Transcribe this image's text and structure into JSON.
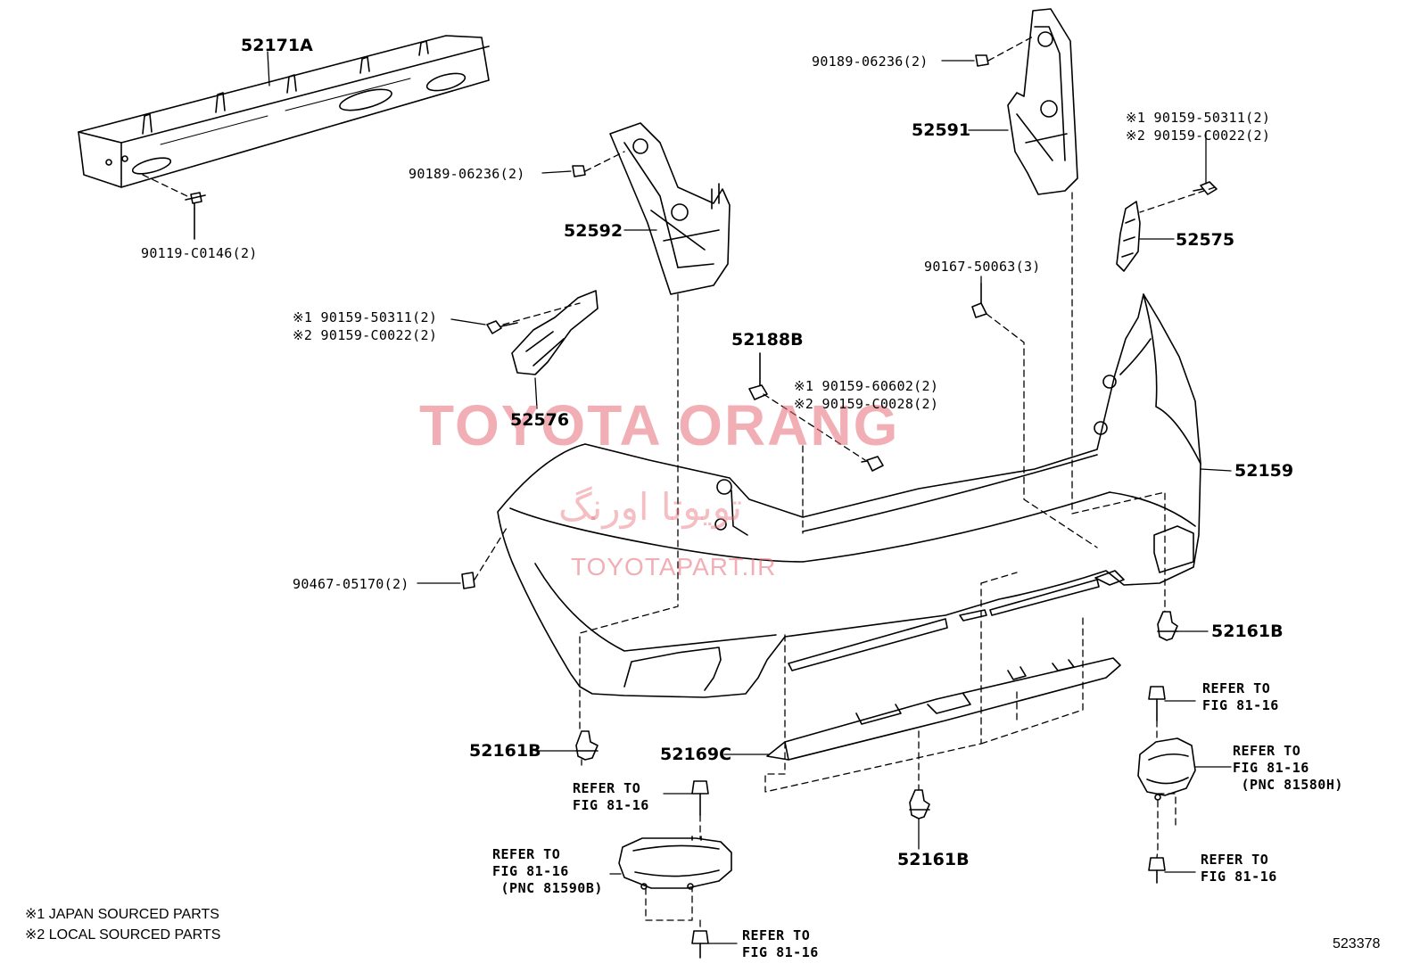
{
  "watermark": {
    "brand": "TOYOTA ORANG",
    "brand_fa": "تویوتا اورنگ",
    "site": "TOYOTAPART.IR",
    "color": "#e66e78"
  },
  "parts": {
    "p52171A": "52171A",
    "p90119": "90119-C0146(2)",
    "p90189_left": "90189-06236(2)",
    "p52592": "52592",
    "p90159_left_1": "※1 90159-50311(2)",
    "p90159_left_2": "※2 90159-C0022(2)",
    "p52576": "52576",
    "p52188B": "52188B",
    "p90159_mid_1": "※1 90159-60602(2)",
    "p90159_mid_2": "※2 90159-C0028(2)",
    "p90467": "90467-05170(2)",
    "p90189_right": "90189-06236(2)",
    "p52591": "52591",
    "p90159_right_1": "※1 90159-50311(2)",
    "p90159_right_2": "※2 90159-C0022(2)",
    "p52575": "52575",
    "p90167": "90167-50063(3)",
    "p52159": "52159",
    "p52161B_right": "52161B",
    "p52161B_left": "52161B",
    "p52169C": "52169C",
    "p52161B_center": "52161B"
  },
  "references": {
    "ref_top_right": "REFER TO\nFIG 81-16",
    "ref_lamp_right": "REFER TO\nFIG 81-16\n (PNC 81580H)",
    "ref_bottom_right": "REFER TO\nFIG 81-16",
    "ref_top_left": "REFER TO\nFIG 81-16",
    "ref_lamp_left": "REFER TO\nFIG 81-16\n (PNC 81590B)",
    "ref_bottom_left": "REFER TO\nFIG 81-16"
  },
  "notes": {
    "note1": "※1 JAPAN SOURCED PARTS",
    "note2": "※2 LOCAL SOURCED PARTS"
  },
  "figure_number": "523378"
}
